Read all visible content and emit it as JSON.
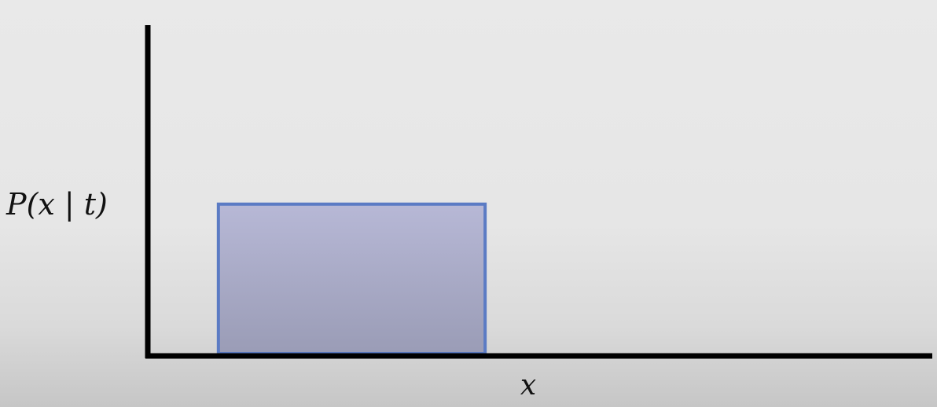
{
  "chart_data": {
    "type": "area",
    "title": "",
    "xlabel": "x",
    "ylabel": "P(x | t)",
    "xlim": [
      0,
      1
    ],
    "ylim": [
      0,
      1
    ],
    "series": [
      {
        "shape": "uniform",
        "x_start": 0.09,
        "x_end": 0.43,
        "height": 0.46,
        "stroke_color": "#5b7bc4",
        "fill_color_top": "#b7b8d6",
        "fill_color_bottom": "#9a9cb6"
      }
    ],
    "grid": false,
    "legend": "none",
    "axis_color": "#000000"
  }
}
